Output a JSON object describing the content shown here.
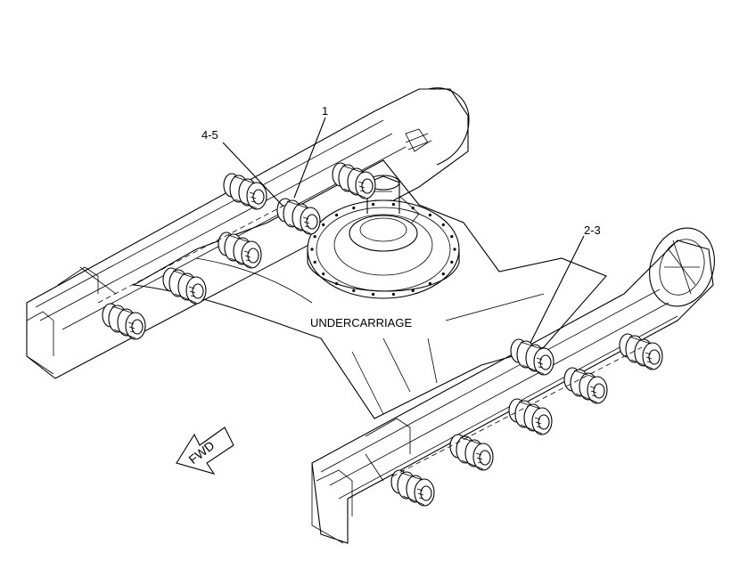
{
  "labels": {
    "undercarriage": "UNDERCARRIAGE",
    "callout_1": "1",
    "callout_4_5": "4-5",
    "callout_2_3": "2-3",
    "forward": "FWD"
  },
  "colors": {
    "line": "#000000",
    "background": "#ffffff"
  }
}
